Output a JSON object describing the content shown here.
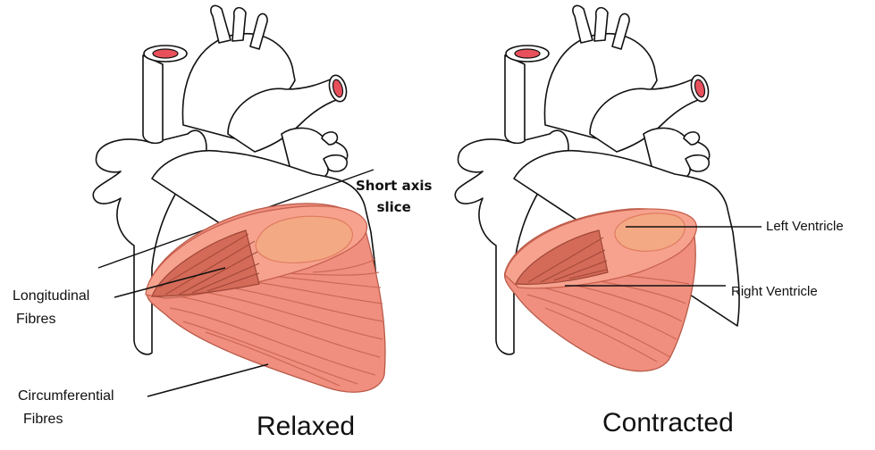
{
  "diagram": {
    "labels": {
      "short_axis_line1": "Short axis",
      "short_axis_line2": "slice",
      "longitudinal_line1": "Longitudinal",
      "longitudinal_line2": "Fibres",
      "circumferential_line1": "Circumferential",
      "circumferential_line2": "Fibres",
      "relaxed": "Relaxed",
      "contracted": "Contracted",
      "left_ventricle": "Left Ventricle",
      "right_ventricle": "Right Ventricle"
    },
    "colors": {
      "outline": "#111111",
      "muscle": "#f08f7f",
      "muscle_dark": "#d46a58",
      "muscle_light": "#f7b9a5",
      "cavity": "#f4a985",
      "vessel_lumen": "#e8505b",
      "background": "#ffffff"
    }
  }
}
